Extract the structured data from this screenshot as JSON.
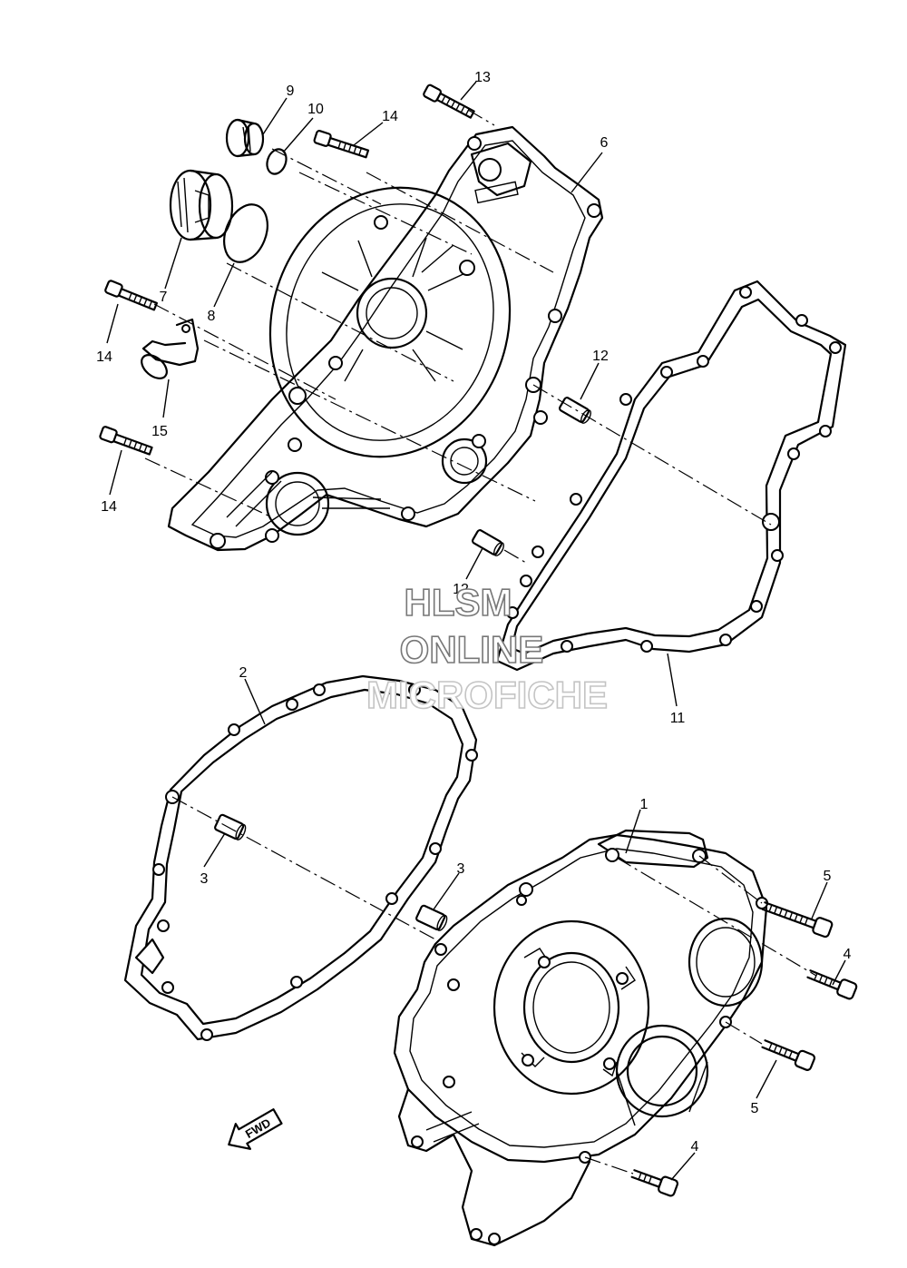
{
  "callouts": {
    "c1": "1",
    "c2": "2",
    "c3a": "3",
    "c3b": "3",
    "c4a": "4",
    "c4b": "4",
    "c5a": "5",
    "c5b": "5",
    "c6": "6",
    "c7": "7",
    "c8": "8",
    "c9": "9",
    "c10": "10",
    "c11": "11",
    "c12a": "12",
    "c12b": "12",
    "c13": "13",
    "c14a": "14",
    "c14b": "14",
    "c14c": "14",
    "c15": "15"
  },
  "watermark": {
    "line1": "HLSM",
    "line2": "ONLINE",
    "line3": "MICROFICHE"
  },
  "fwd_arrow": {
    "label": "FWD",
    "icon": "fwd-arrow-icon"
  }
}
